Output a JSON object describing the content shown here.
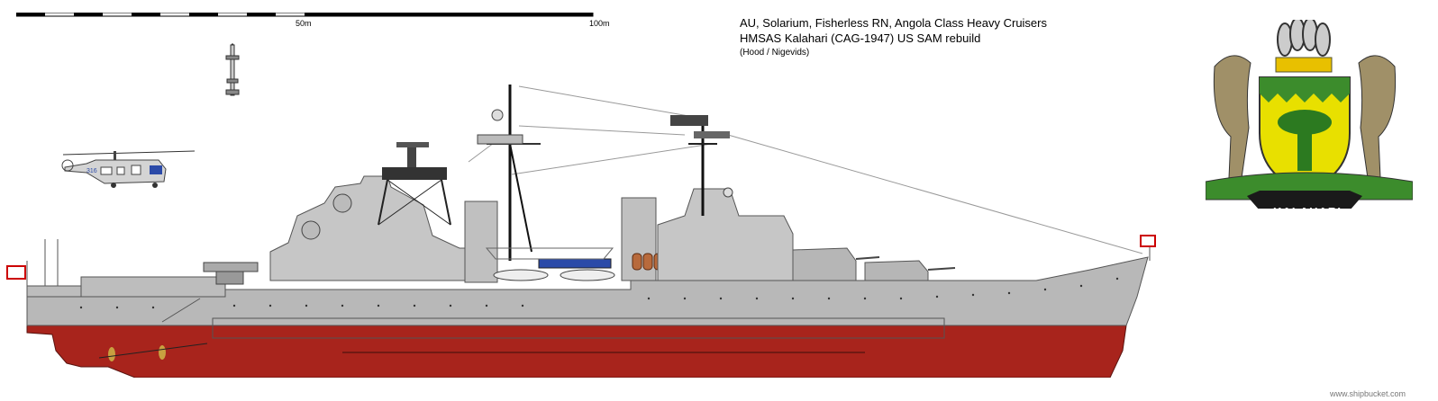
{
  "scale": {
    "label_mid": "50m",
    "label_end": "100m"
  },
  "caption": {
    "line1": "AU, Solarium, Fisherless RN, Angola Class Heavy Cruisers",
    "line2": "HMSAS Kalahari (CAG-1947) US SAM rebuild",
    "line3": "(Hood / Nigevids)"
  },
  "helicopter": {
    "tail_code": "316"
  },
  "crest": {
    "motto": "KALAHARI"
  },
  "footer": {
    "credit": "www.shipbucket.com"
  },
  "colors": {
    "hull_upper": "#b8b8b8",
    "hull_lower": "#a8241c",
    "superstructure": "#c6c6c6",
    "shield_yellow": "#e8e000",
    "shield_green": "#3c8c2c",
    "banner": "#1a1a1a"
  }
}
